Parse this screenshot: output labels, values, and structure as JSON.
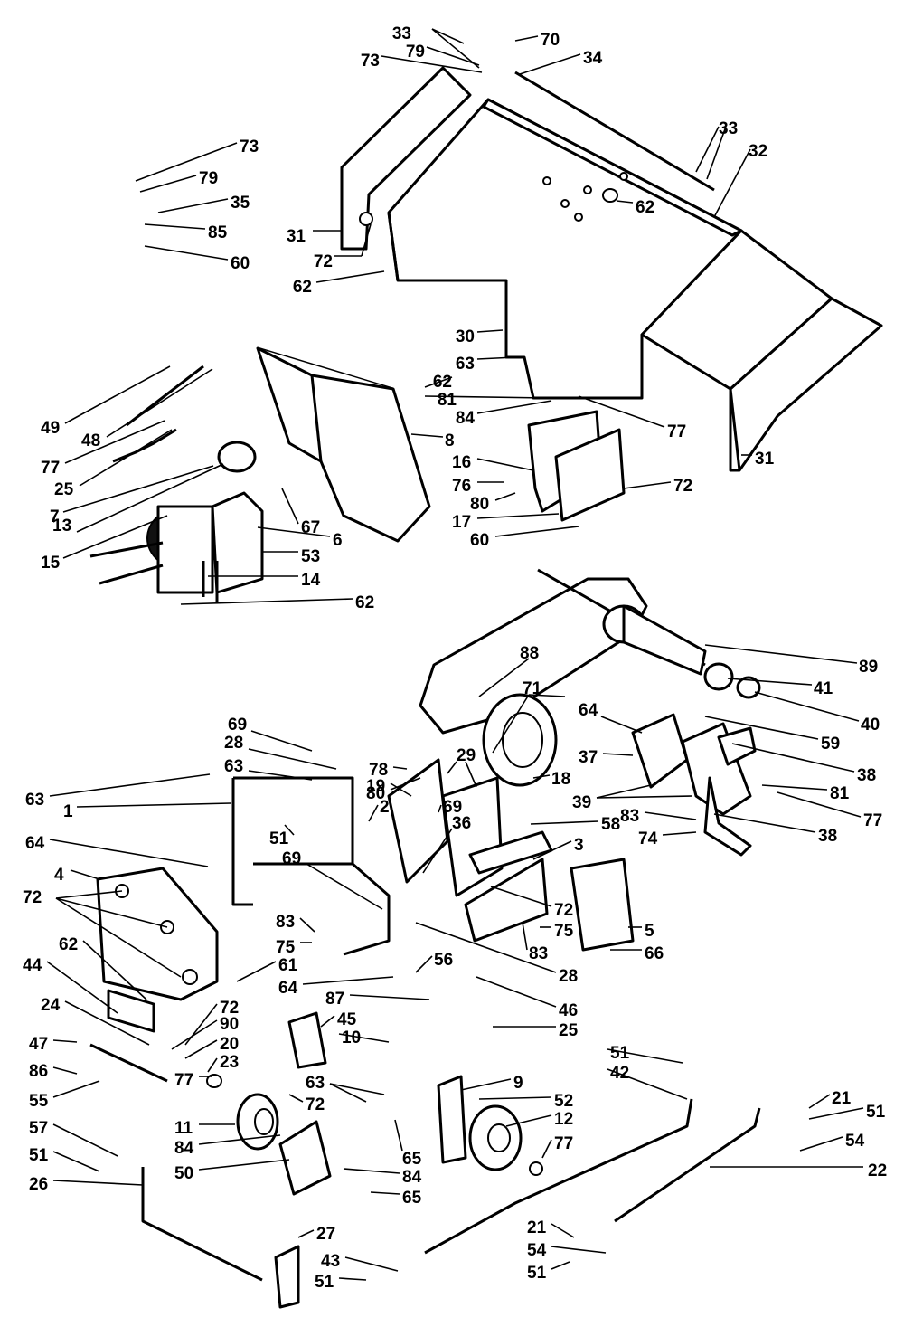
{
  "callouts": [
    "1",
    "2",
    "3",
    "4",
    "5",
    "6",
    "7",
    "8",
    "9",
    "10",
    "11",
    "12",
    "13",
    "14",
    "15",
    "16",
    "17",
    "18",
    "19",
    "20",
    "21",
    "22",
    "23",
    "24",
    "25",
    "26",
    "27",
    "28",
    "29",
    "30",
    "31",
    "32",
    "33",
    "34",
    "35",
    "36",
    "37",
    "38",
    "39",
    "40",
    "41",
    "42",
    "43",
    "44",
    "45",
    "46",
    "47",
    "48",
    "49",
    "50",
    "51",
    "52",
    "53",
    "54",
    "55",
    "56",
    "57",
    "58",
    "59",
    "60",
    "61",
    "62",
    "63",
    "64",
    "65",
    "66",
    "67",
    "69",
    "70",
    "71",
    "72",
    "73",
    "74",
    "75",
    "76",
    "77",
    "78",
    "79",
    "80",
    "81",
    "83",
    "84",
    "85",
    "86",
    "87",
    "88",
    "89",
    "90"
  ]
}
